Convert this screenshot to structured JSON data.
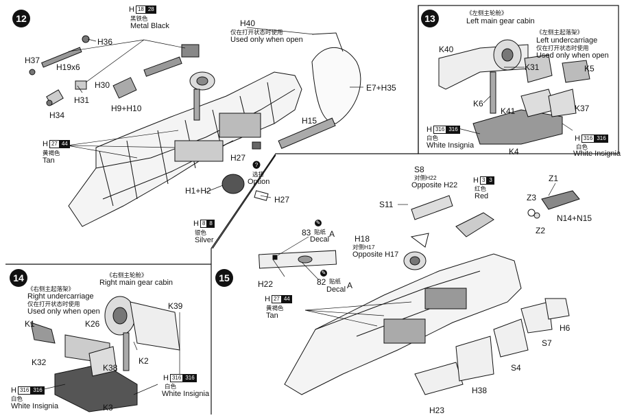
{
  "steps": {
    "s12": {
      "number": "12",
      "labels": {
        "h36": "H36",
        "h37": "H37",
        "h19": "H19x6",
        "h30": "H30",
        "h31": "H31",
        "h34": "H34",
        "h9": "H9+H10",
        "h40": "H40",
        "h40_cn": "仅在打开状态时使用",
        "h40_en": "Used only when open",
        "e7": "E7+H35",
        "h15": "H15",
        "h27a": "H27",
        "h27b": "H27",
        "h1": "H1+H2",
        "option_cn": "选择",
        "option_en": "Option"
      },
      "paint_metal": {
        "prefix": "H",
        "code1": "18",
        "code2": "28",
        "cn": "黑铁色",
        "en": "Metal  Black"
      },
      "paint_tan": {
        "prefix": "H",
        "code1": "27",
        "code2": "44",
        "cn": "黄褐色",
        "en": "Tan"
      },
      "paint_silver": {
        "prefix": "H",
        "code1": "8",
        "code2": "8",
        "cn": "银色",
        "en": "Silver"
      }
    },
    "s13": {
      "number": "13",
      "title_cn": "《左侧主轮舱》",
      "title_en": "Left main gear cabin",
      "sub_cn": "《左侧主起落架》",
      "sub_en": "Left undercarriage",
      "sub_cn2": "仅在打开状态时使用",
      "sub_en2": "Used only when open",
      "labels": {
        "k40": "K40",
        "k31": "K31",
        "k5": "K5",
        "k6": "K6",
        "k41": "K41",
        "k37": "K37",
        "k4": "K4"
      },
      "paint_a": {
        "prefix": "H",
        "code1": "316",
        "code2": "316",
        "cn": "白色",
        "en": "White Insignia"
      },
      "paint_b": {
        "prefix": "H",
        "code1": "316",
        "code2": "316",
        "cn": "白色",
        "en": "White Insignia"
      }
    },
    "s14": {
      "number": "14",
      "title_cn": "《右侧主轮舱》",
      "title_en": "Right main gear cabin",
      "sub_cn": "《右侧主起落架》",
      "sub_en": "Right undercarriage",
      "sub_cn2": "仅在打开状态时使用",
      "sub_en2": "Used only when open",
      "labels": {
        "k39": "K39",
        "k1": "K1",
        "k26": "K26",
        "k32": "K32",
        "k38": "K38",
        "k2": "K2",
        "k3": "K3"
      },
      "paint_a": {
        "prefix": "H",
        "code1": "316",
        "code2": "316",
        "cn": "白色",
        "en": "White Insignia"
      },
      "paint_b": {
        "prefix": "H",
        "code1": "316",
        "code2": "316",
        "cn": "白色",
        "en": "White Insignia"
      }
    },
    "s15": {
      "number": "15",
      "labels": {
        "s8": "S8",
        "s8_cn": "对侧H22",
        "s8_en": "Opposite H22",
        "z1": "Z1",
        "z3": "Z3",
        "z2": "Z2",
        "n14": "N14+N15",
        "s11": "S11",
        "n83": "83",
        "decal_cn_a": "贴纸",
        "decal_en_a": "Decal",
        "decal_a_letter": "A",
        "h18": "H18",
        "h18_cn": "对侧H17",
        "h18_en": "Opposite H17",
        "h22": "H22",
        "n82": "82",
        "decal_cn_b": "贴纸",
        "decal_en_b": "Decal",
        "decal_b_letter": "A",
        "h6": "H6",
        "s7": "S7",
        "s4": "S4",
        "h38": "H38",
        "h23": "H23"
      },
      "paint_red": {
        "prefix": "H",
        "code1": "3",
        "code2": "3",
        "cn": "红色",
        "en": "Red"
      },
      "paint_tan": {
        "prefix": "H",
        "code1": "27",
        "code2": "44",
        "cn": "黄褐色",
        "en": "Tan"
      }
    }
  }
}
